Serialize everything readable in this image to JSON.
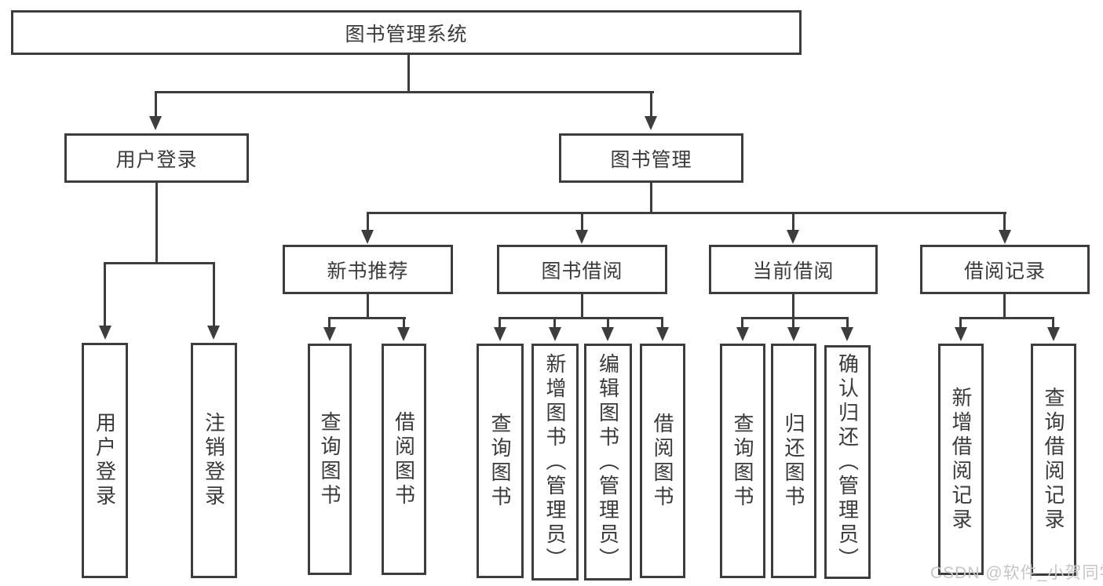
{
  "colors": {
    "line": "#3d3d3d",
    "box_border": "#3d3d3d",
    "box_fill": "#ffffff",
    "text": "#3a3a3a",
    "watermark": "#c6c6c6",
    "background": "#ffffff"
  },
  "org_chart": {
    "type": "hierarchy-diagram",
    "root": {
      "label": "图书管理系统"
    },
    "branches": [
      {
        "label": "用户登录",
        "children": [
          {
            "label": "用户登录"
          },
          {
            "label": "注销登录"
          }
        ]
      },
      {
        "label": "图书管理",
        "children": [
          {
            "label": "新书推荐",
            "children": [
              {
                "label": "查询图书"
              },
              {
                "label": "借阅图书"
              }
            ]
          },
          {
            "label": "图书借阅",
            "children": [
              {
                "label": "查询图书"
              },
              {
                "label": "新增图书（管理员）"
              },
              {
                "label": "编辑图书（管理员）"
              },
              {
                "label": "借阅图书"
              }
            ]
          },
          {
            "label": "当前借阅",
            "children": [
              {
                "label": "查询图书"
              },
              {
                "label": "归还图书"
              },
              {
                "label": "确认归还（管理员）"
              }
            ]
          },
          {
            "label": "借阅记录",
            "children": [
              {
                "label": "新增借阅记录"
              },
              {
                "label": "查询借阅记录"
              }
            ]
          }
        ]
      }
    ]
  },
  "watermark": {
    "text": "CSDN @软件_小贺同学"
  }
}
